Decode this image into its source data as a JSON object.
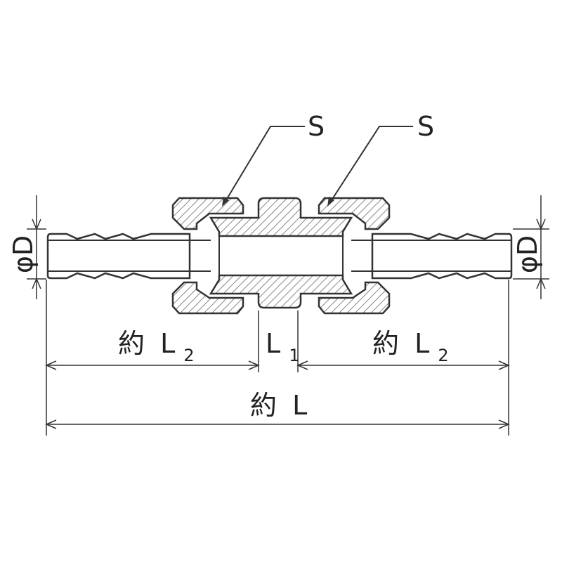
{
  "labels": {
    "seal_left": "S",
    "seal_right": "S",
    "dia_left": "φD",
    "dia_right": "φD",
    "approx": "約",
    "L2_main": "L",
    "L2_sub": "2",
    "L1_main": "L",
    "L1_sub": "1",
    "L_total": "L"
  }
}
